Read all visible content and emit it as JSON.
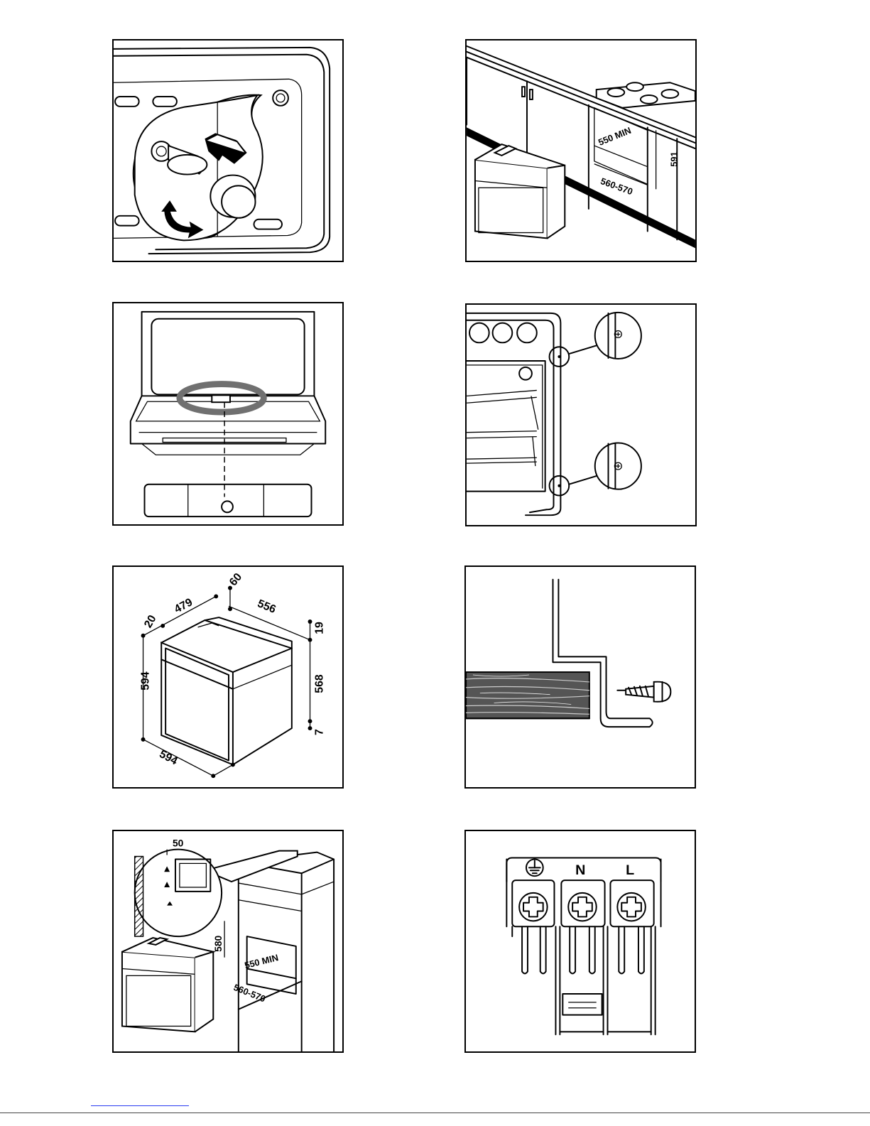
{
  "figures": {
    "install_cutout_undercounter": {
      "dim_depth": "550 MIN",
      "dim_height": "591",
      "dim_width": "560-570"
    },
    "oven_dimensions": {
      "dim_20": "20",
      "dim_479": "479",
      "dim_60": "60",
      "dim_556": "556",
      "dim_19": "19",
      "dim_594_height": "594",
      "dim_568": "568",
      "dim_7": "7",
      "dim_594_width": "594"
    },
    "install_cutout_column": {
      "dim_gap": "50",
      "dim_height": "580",
      "dim_depth": "550 MIN",
      "dim_width": "560-570"
    },
    "terminal_block": {
      "terminal_n": "N",
      "terminal_l": "L"
    }
  },
  "colors": {
    "line": "#000000",
    "highlight_ring": "#707070",
    "wood": "#555555",
    "footer_link": "#2a3cf0"
  },
  "icons": [
    "earth-ground-icon",
    "screw-head-icon",
    "arrow-icon"
  ]
}
